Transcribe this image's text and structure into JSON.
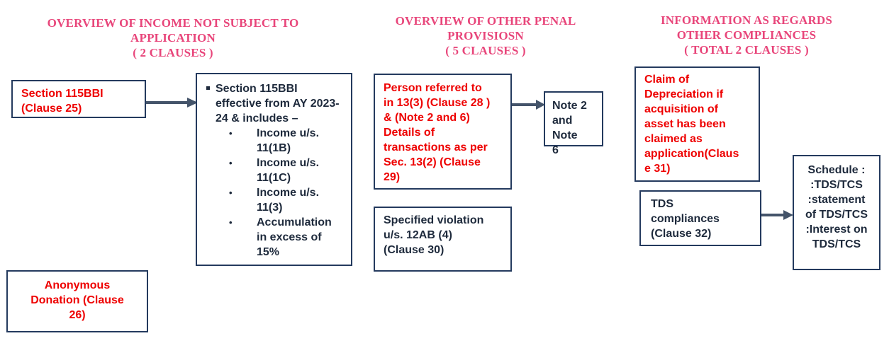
{
  "headings": {
    "col1_line1": "OVERVIEW OF INCOME NOT SUBJECT TO",
    "col1_line2": "APPLICATION",
    "col1_line3": "( 2 CLAUSES )",
    "col2_line1": "OVERVIEW OF OTHER PENAL",
    "col2_line2": "PROVISIOSN",
    "col2_line3": "( 5 CLAUSES )",
    "col3_line1": "INFORMATION AS REGARDS",
    "col3_line2": "OTHER COMPLIANCES",
    "col3_line3": "( TOTAL 2 CLAUSES )"
  },
  "boxes": {
    "section115bbi": {
      "line1": "Section 115BBI",
      "line2": "(Clause 25)"
    },
    "anonymous": {
      "line1": "Anonymous",
      "line2": "Donation (Clause",
      "line3": "26)"
    },
    "details115bbi": {
      "intro": "Section 115BBI effective from AY 2023-24 & includes –",
      "items": [
        "Income u/s. 11(1B)",
        "Income u/s. 11(1C)",
        "Income u/s. 11(3)",
        "Accumulation in excess of 15%"
      ]
    },
    "person": {
      "line1": "Person referred to",
      "line2": "in 13(3) (Clause 28 )",
      "line3": "&  (Note 2 and 6)",
      "line4": "Details of",
      "line5": "transactions as per",
      "line6": "Sec. 13(2) (Clause",
      "line7": "29)"
    },
    "note": {
      "line1": "Note 2",
      "line2": "and Note",
      "line3": "6"
    },
    "specified": {
      "line1": "Specified violation",
      "line2": "u/s. 12AB (4)",
      "line3": "(Clause 30)"
    },
    "depreciation": {
      "line1": "Claim of",
      "line2": "Depreciation if",
      "line3": "acquisition of",
      "line4": "asset has been",
      "line5": "claimed as",
      "line6": "application(Claus",
      "line7": "e 31)"
    },
    "tds": {
      "line1": "TDS",
      "line2": "compliances",
      "line3": "(Clause 32)"
    },
    "schedule": {
      "line1": "Schedule :",
      "line2": ":TDS/TCS",
      "line3": ":statement",
      "line4": "of TDS/TCS",
      "line5": ":Interest on",
      "line6": "TDS/TCS"
    }
  },
  "colors": {
    "heading": "#e8457a",
    "red_text": "#ee0000",
    "dark_text": "#1e2a3c",
    "border": "#243a5e",
    "arrow": "#44546a"
  },
  "icons": [
    "arrow-right-icon"
  ]
}
